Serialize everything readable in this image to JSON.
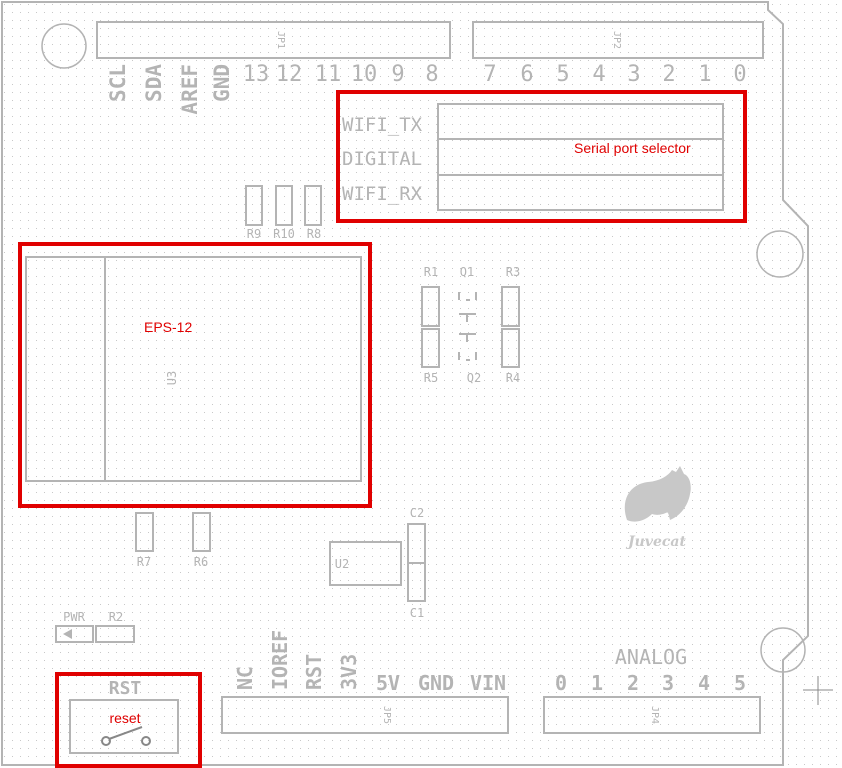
{
  "colors": {
    "background": "#ffffff",
    "grid": "#c8c8c8",
    "silkscreen": "#b4b4b4",
    "annotation": "#e00000"
  },
  "headers": {
    "jp1": {
      "ref": "JP1",
      "pins": [
        "SCL",
        "SDA",
        "AREF",
        "GND",
        "13",
        "12",
        "11",
        "10",
        "9",
        "8"
      ]
    },
    "jp2": {
      "ref": "JP2",
      "pins": [
        "7",
        "6",
        "5",
        "4",
        "3",
        "2",
        "1",
        "0"
      ]
    },
    "jp5": {
      "ref": "JP5",
      "pins": [
        "NC",
        "IOREF",
        "RST",
        "3V3",
        "5V",
        "GND",
        "VIN"
      ]
    },
    "jp4": {
      "ref": "JP4",
      "title": "ANALOG",
      "pins": [
        "0",
        "1",
        "2",
        "3",
        "4",
        "5"
      ]
    }
  },
  "selector": {
    "rows": [
      "WIFI_TX",
      "DIGITAL",
      "WIFI_RX"
    ],
    "annotation": "Serial port selector"
  },
  "module": {
    "ref": "U3",
    "annotation": "EPS-12"
  },
  "regulator": {
    "ref": "U2"
  },
  "resistors": {
    "r9": "R9",
    "r10": "R10",
    "r8": "R8",
    "r1": "R1",
    "r3": "R3",
    "r5": "R5",
    "r4": "R4",
    "r7": "R7",
    "r6": "R6",
    "r2": "R2"
  },
  "transistors": {
    "q1": "Q1",
    "q2": "Q2"
  },
  "capacitors": {
    "c2": "C2",
    "c1": "C1"
  },
  "pwr_led": {
    "label": "PWR"
  },
  "reset": {
    "label": "RST",
    "annotation": "reset"
  },
  "logo": {
    "text": "Juvecat",
    "icon": "cat-logo-icon"
  }
}
